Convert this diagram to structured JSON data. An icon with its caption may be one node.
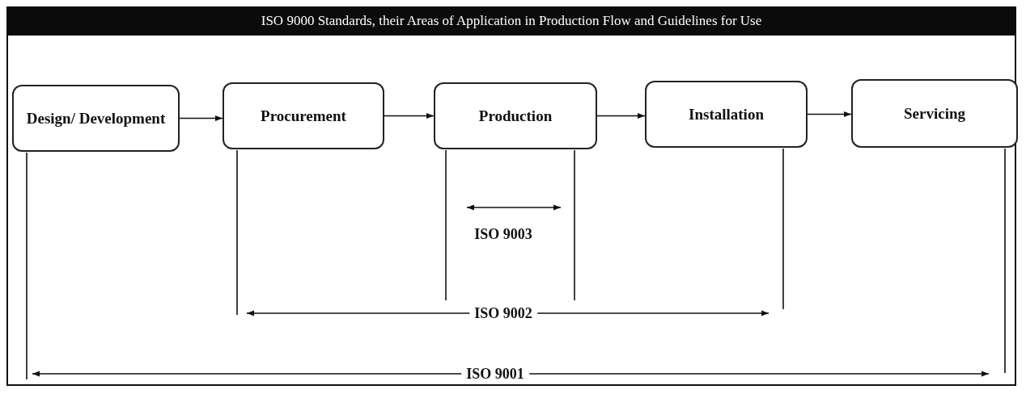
{
  "diagram": {
    "title": "ISO 9000 Standards, their Areas of Application in Production Flow and Guidelines for Use",
    "nodes": [
      {
        "text": [
          "Design/ Development"
        ]
      },
      {
        "text": [
          "Procurement"
        ]
      },
      {
        "text": [
          "Production"
        ]
      },
      {
        "text": [
          "Installation"
        ]
      },
      {
        "text": [
          "Servicing"
        ]
      }
    ],
    "edges": [
      {
        "from": 0,
        "to": 1,
        "arrow": "to"
      },
      {
        "from": 1,
        "to": 2,
        "arrow": "to"
      },
      {
        "from": 2,
        "to": 3,
        "arrow": "to"
      },
      {
        "from": 3,
        "to": 4,
        "arrow": "to"
      }
    ],
    "labels": [
      "ISO 9003",
      "ISO 9002",
      "ISO 9001"
    ]
  }
}
